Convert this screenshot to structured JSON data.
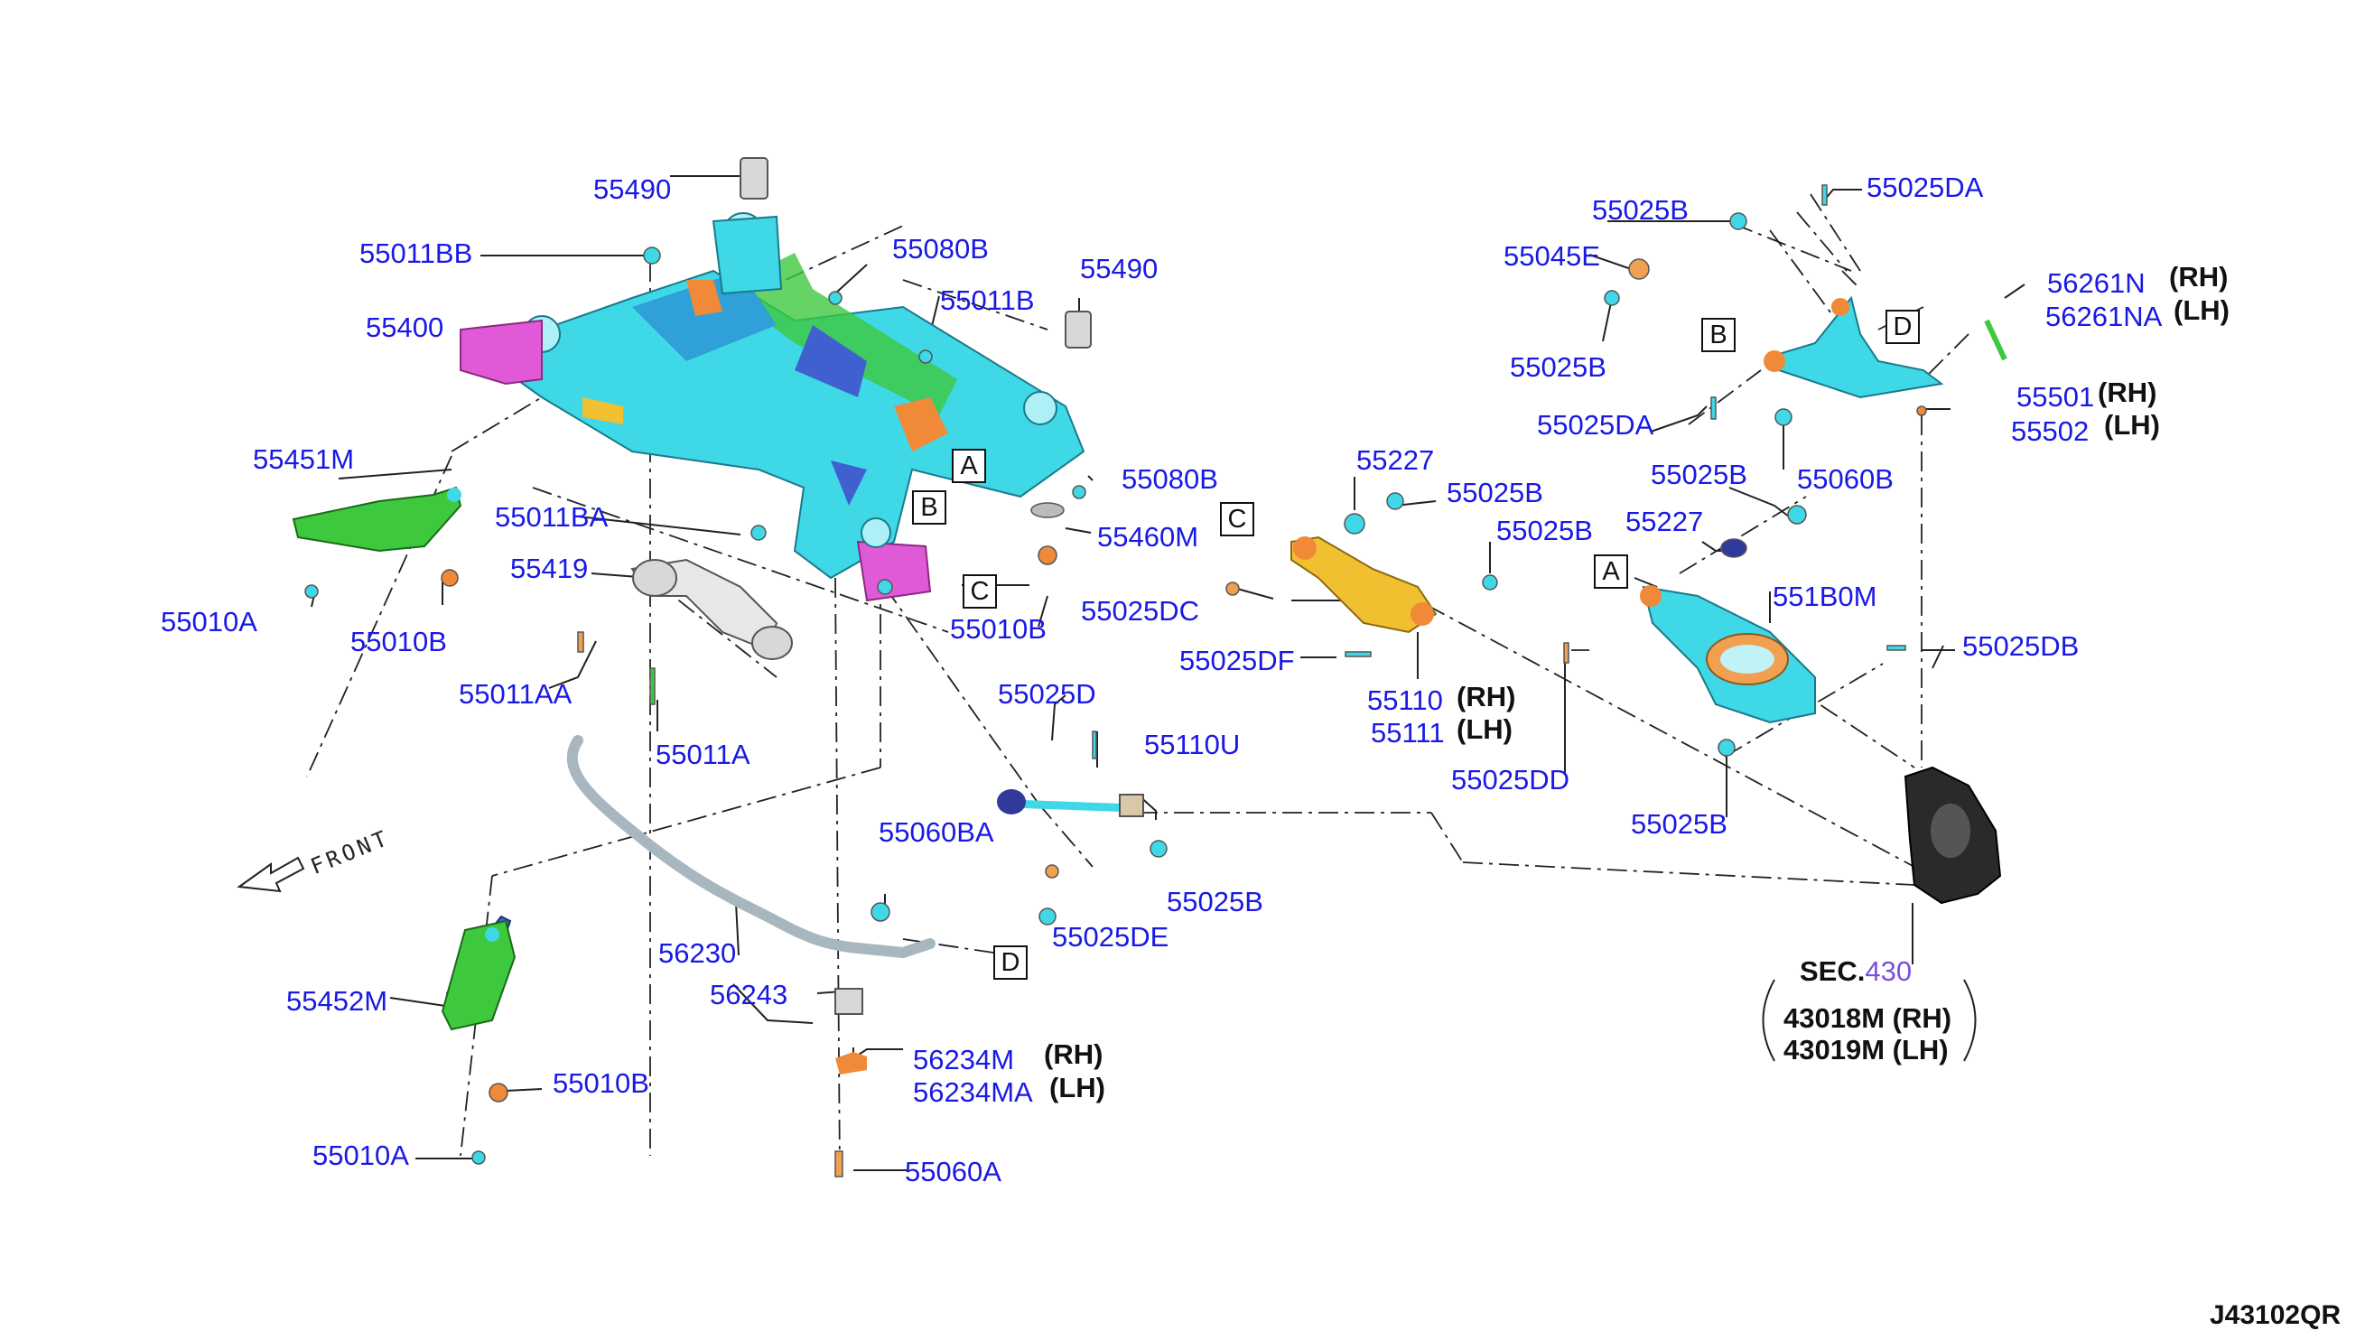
{
  "diagram": {
    "drawing_code": "J43102QR",
    "front_label": "FRONT",
    "section_ref": {
      "prefix": "SEC.",
      "number": "430"
    },
    "knuckle_parts": [
      "43018M (RH)",
      "43019M (LH)"
    ],
    "callout_letters": {
      "a": "A",
      "b": "B",
      "c": "C",
      "d": "D"
    },
    "side_rh": "(RH)",
    "side_lh": "(LH)",
    "colors": {
      "label_blue": "#1919e6",
      "member_cyan": "#3fd8e6",
      "arm_green": "#3ec83e",
      "bracket_magenta": "#e05ad8",
      "bushing_orange": "#f08a38",
      "link_yellow": "#f0c030",
      "knuckle_black": "#2a2a2a"
    },
    "parts": {
      "p55490_top": "55490",
      "p55011bb": "55011BB",
      "p55080b_top": "55080B",
      "p55011b": "55011B",
      "p55490_right": "55490",
      "p55400": "55400",
      "p55451m": "55451M",
      "p55011ba": "55011BA",
      "p55419": "55419",
      "p55010a_left": "55010A",
      "p55010b_left": "55010B",
      "p55011aa": "55011AA",
      "p55011a": "55011A",
      "p55080b_mid": "55080B",
      "p55460m": "55460M",
      "p55010b_mid": "55010B",
      "p56230": "56230",
      "p56243": "56243",
      "p56234m": "56234M",
      "p56234ma": "56234MA",
      "p55060a": "55060A",
      "p55452m": "55452M",
      "p55010b_low": "55010B",
      "p55010a_low": "55010A",
      "p55060ba": "55060BA",
      "p55025de": "55025DE",
      "p55025d": "55025D",
      "p55110u": "55110U",
      "p55025b_u": "55025B",
      "p55227_c": "55227",
      "p55025b_c1": "55025B",
      "p55025b_c2": "55025B",
      "p55025dc": "55025DC",
      "p55025df": "55025DF",
      "p55110": "55110",
      "p55111": "55111",
      "p55025b_top": "55025B",
      "p55025da_top": "55025DA",
      "p55045e": "55045E",
      "p55025b_b": "55025B",
      "p56261n": "56261N",
      "p56261na": "56261NA",
      "p55025da_b": "55025DA",
      "p55501": "55501",
      "p55502": "55502",
      "p55025b_a1": "55025B",
      "p55060b": "55060B",
      "p55227_a": "55227",
      "p551b0m": "551B0M",
      "p55025db": "55025DB",
      "p55025dd": "55025DD",
      "p55025b_a2": "55025B"
    }
  }
}
